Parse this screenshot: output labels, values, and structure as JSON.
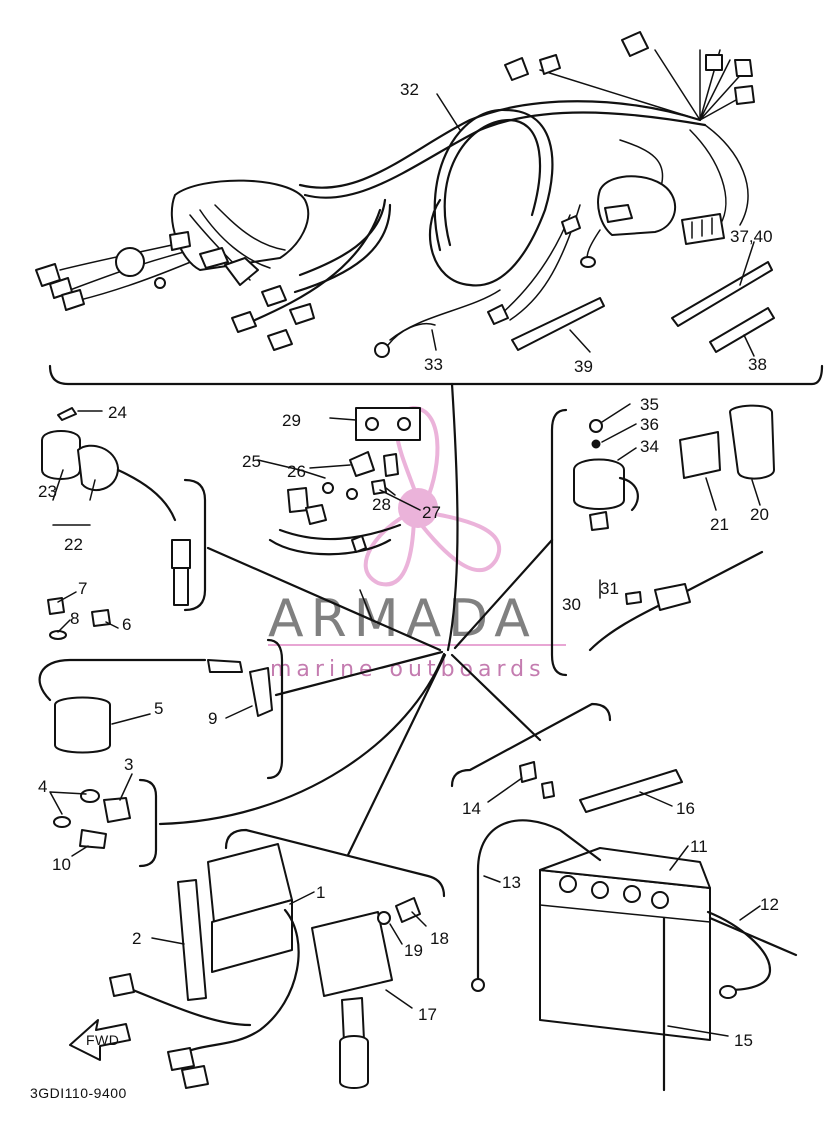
{
  "diagram": {
    "drawing_code": "3GDI110-9400",
    "direction_label": "FWD",
    "callouts": {
      "c1": "1",
      "c2": "2",
      "c3": "3",
      "c4": "4",
      "c5": "5",
      "c6": "6",
      "c7": "7",
      "c8": "8",
      "c9": "9",
      "c10": "10",
      "c11": "11",
      "c12": "12",
      "c13": "13",
      "c14": "14",
      "c15": "15",
      "c16": "16",
      "c17": "17",
      "c18": "18",
      "c19": "19",
      "c20": "20",
      "c21": "21",
      "c22": "22",
      "c23": "23",
      "c24": "24",
      "c25": "25",
      "c26": "26",
      "c27": "27",
      "c28": "28",
      "c29": "29",
      "c30": "30",
      "c31": "31",
      "c32": "32",
      "c33": "33",
      "c34": "34",
      "c35": "35",
      "c36": "36",
      "c37_40": "37,40",
      "c38": "38",
      "c39": "39"
    }
  },
  "watermark": {
    "name": "ARMADA",
    "tagline": "marine outboards",
    "accent_color": "#e8a6d4",
    "text_color": "#808080"
  }
}
